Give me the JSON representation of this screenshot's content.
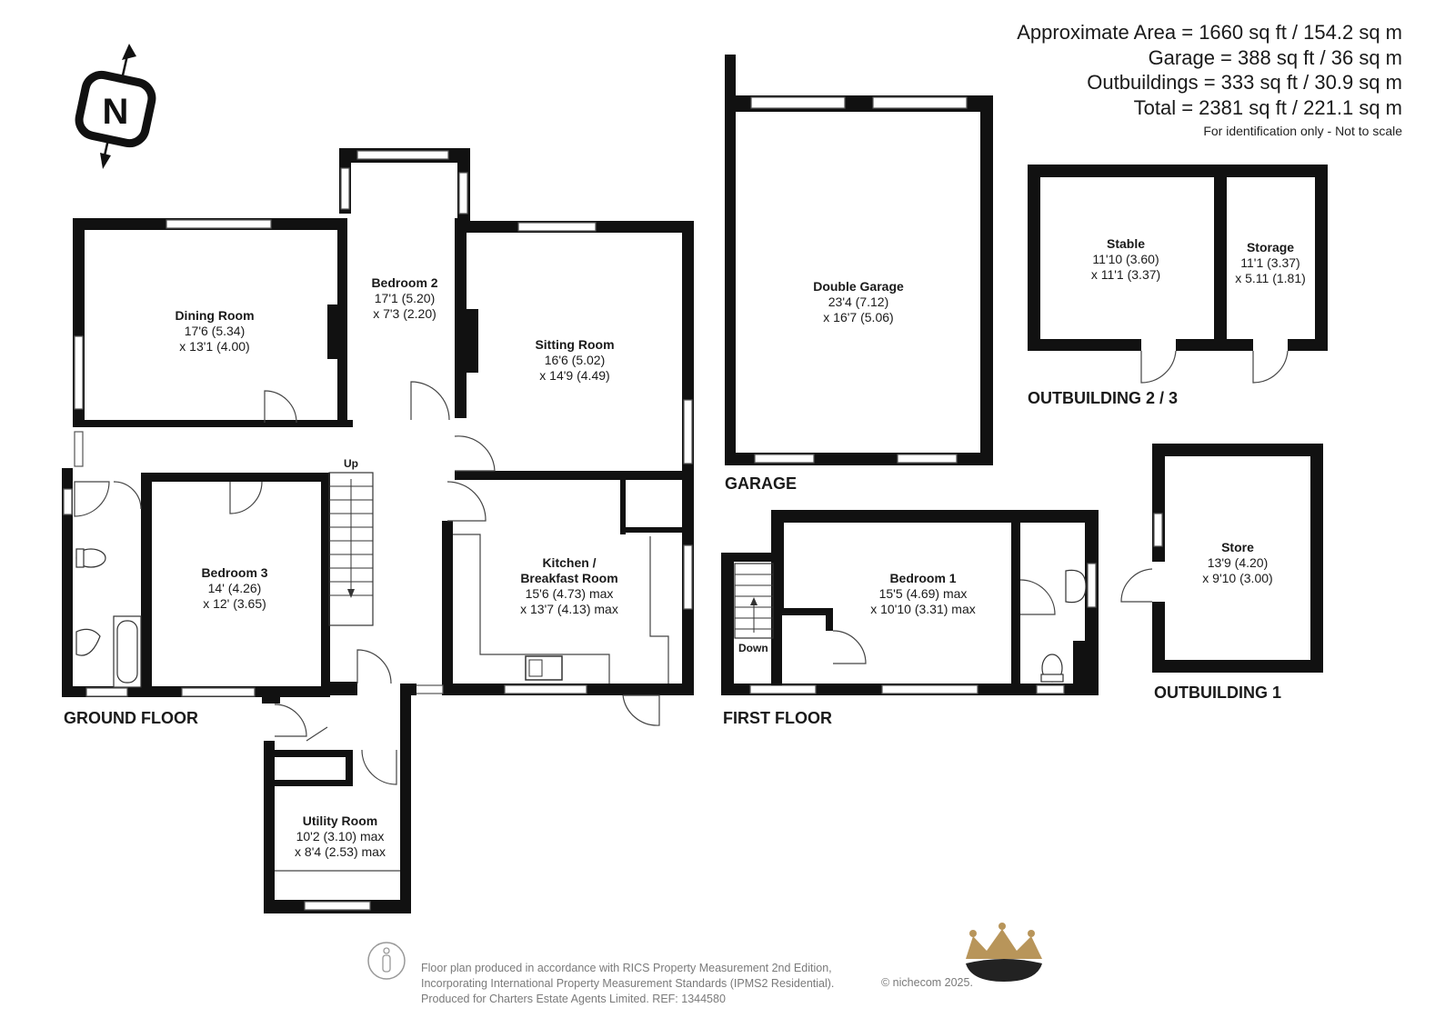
{
  "areas": {
    "approx": "Approximate Area = 1660 sq ft / 154.2 sq m",
    "garage": "Garage = 388 sq ft / 36 sq m",
    "outbuildings": "Outbuildings = 333 sq ft / 30.9 sq m",
    "total": "Total = 2381 sq ft / 221.1 sq m",
    "note": "For identification only - Not to scale"
  },
  "compass": {
    "letter": "N"
  },
  "floors": {
    "ground": "GROUND FLOOR",
    "first": "FIRST FLOOR",
    "garage": "GARAGE",
    "outbuilding1": "OUTBUILDING 1",
    "outbuilding23": "OUTBUILDING 2 / 3"
  },
  "rooms": {
    "dining": {
      "name": "Dining Room",
      "dim1": "17'6 (5.34)",
      "dim2": "x 13'1 (4.00)"
    },
    "bedroom2": {
      "name": "Bedroom 2",
      "dim1": "17'1 (5.20)",
      "dim2": "x 7'3 (2.20)"
    },
    "sitting": {
      "name": "Sitting Room",
      "dim1": "16'6 (5.02)",
      "dim2": "x 14'9 (4.49)"
    },
    "bedroom3": {
      "name": "Bedroom 3",
      "dim1": "14' (4.26)",
      "dim2": "x 12' (3.65)"
    },
    "kitchen": {
      "name1": "Kitchen /",
      "name2": "Breakfast Room",
      "dim1": "15'6 (4.73) max",
      "dim2": "x 13'7 (4.13) max"
    },
    "utility": {
      "name": "Utility Room",
      "dim1": "10'2 (3.10) max",
      "dim2": "x 8'4 (2.53) max"
    },
    "garage": {
      "name": "Double Garage",
      "dim1": "23'4 (7.12)",
      "dim2": "x 16'7 (5.06)"
    },
    "stable": {
      "name": "Stable",
      "dim1": "11'10 (3.60)",
      "dim2": "x 11'1 (3.37)"
    },
    "storage": {
      "name": "Storage",
      "dim1": "11'1 (3.37)",
      "dim2": "x 5.11 (1.81)"
    },
    "bedroom1": {
      "name": "Bedroom 1",
      "dim1": "15'5 (4.69) max",
      "dim2": "x 10'10 (3.31) max"
    },
    "store": {
      "name": "Store",
      "dim1": "13'9 (4.20)",
      "dim2": "x 9'10 (3.00)"
    }
  },
  "stairs": {
    "up": "Up",
    "down": "Down"
  },
  "footer": {
    "line1": "Floor plan produced in accordance with RICS Property Measurement 2nd Edition,",
    "line2": "Incorporating International Property Measurement Standards (IPMS2 Residential).",
    "line3": "Produced for Charters Estate Agents Limited.   REF: 1344580",
    "copyright": "© nichecom 2025."
  },
  "colors": {
    "wall": "#111111",
    "text": "#1a1a1a",
    "muted": "#7a7a7a",
    "gold": "#b8955a"
  }
}
